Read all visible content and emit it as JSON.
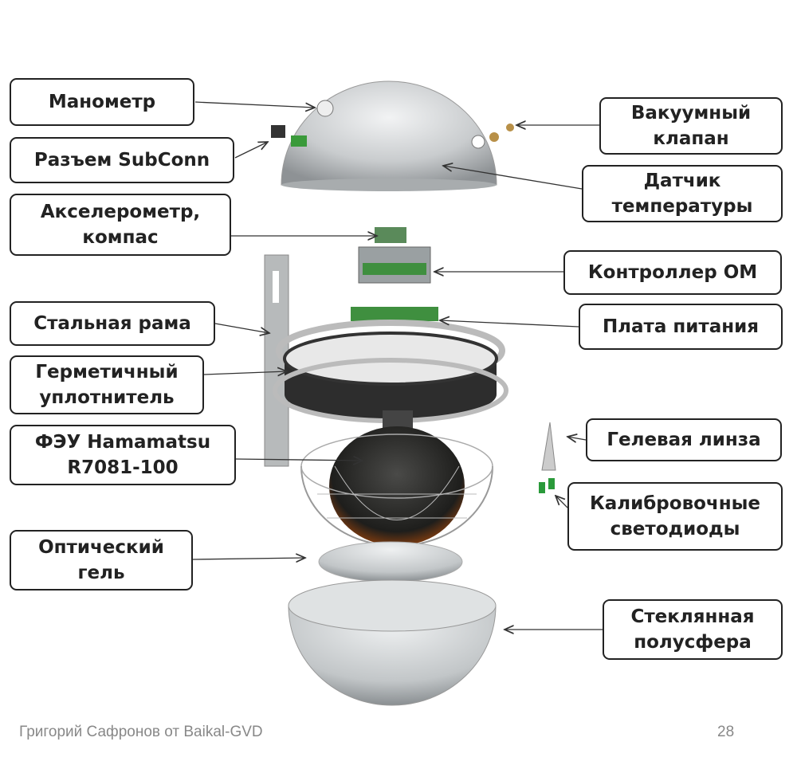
{
  "labels": {
    "manometer": "Манометр",
    "subconn": "Разъем SubConn",
    "accelerometer": "Акселерометр, компас",
    "steel_frame": "Стальная рама",
    "seal": "Герметичный уплотнитель",
    "pmt": "ФЭУ Hamamatsu R7081-100",
    "optical_gel": "Оптический гель",
    "vacuum_valve": "Вакуумный клапан",
    "temp_sensor": "Датчик температуры",
    "controller": "Контроллер ОМ",
    "power_board": "Плата питания",
    "gel_lens": "Гелевая линза",
    "calib_leds": "Калибровочные светодиоды",
    "glass_hemisphere": "Стеклянная полусфера"
  },
  "footer": {
    "author": "Григорий Сафронов от Baikal-GVD",
    "page_number": "28"
  }
}
